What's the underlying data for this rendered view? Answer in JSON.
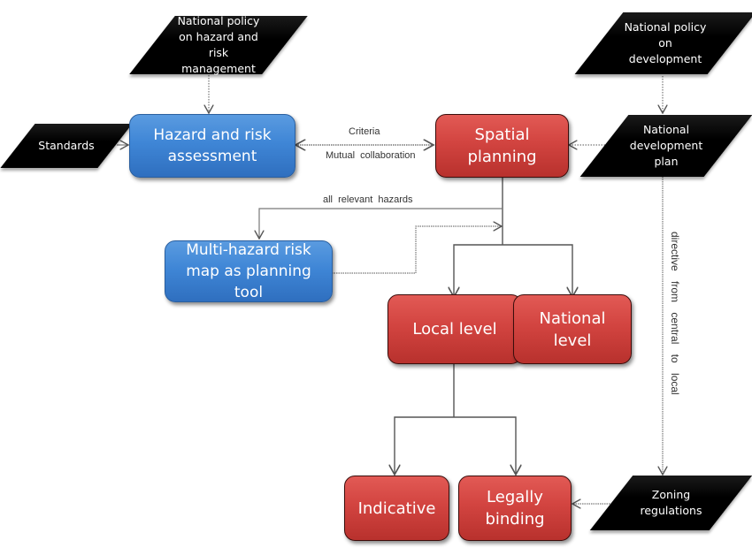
{
  "diagram": {
    "inputs": {
      "national_policy_hazard": "National policy on hazard and risk management",
      "standards": "Standards",
      "national_policy_development": "National policy on development",
      "national_development_plan": "National development plan",
      "zoning_regulations": "Zoning regulations"
    },
    "process": {
      "hazard_assessment": "Hazard and risk assessment",
      "spatial_planning": "Spatial planning",
      "multi_hazard_map": "Multi-hazard risk map as planning tool",
      "local_level": "Local level",
      "national_level": "National level",
      "indicative": "Indicative",
      "legally_binding": "Legally binding"
    },
    "edge_labels": {
      "criteria": "Criteria",
      "mutual_collaboration": "Mutual  collaboration",
      "all_relevant_hazards": "all  relevant  hazards",
      "directive": "directive from central to local"
    },
    "colors": {
      "blue_node": "#3f86d6",
      "red_node": "#d24440",
      "input_node": "#000000",
      "connector": "#555555"
    }
  }
}
